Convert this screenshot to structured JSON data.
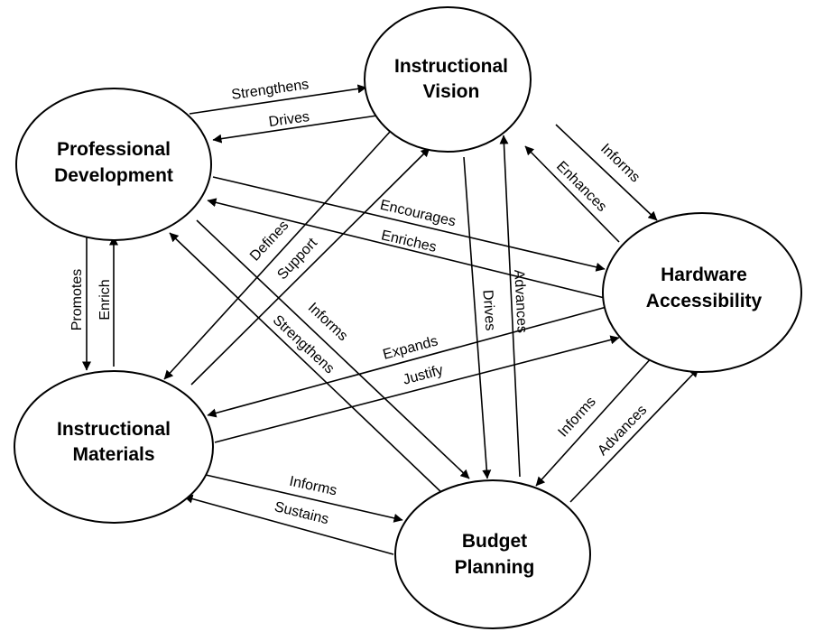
{
  "nodes": {
    "instructional_vision": [
      "Instructional",
      "Vision"
    ],
    "professional_development": [
      "Professional",
      "Development"
    ],
    "hardware_accessibility": [
      "Hardware",
      "Accessibility"
    ],
    "instructional_materials": [
      "Instructional",
      "Materials"
    ],
    "budget_planning": [
      "Budget",
      "Planning"
    ]
  },
  "edges": {
    "pd_to_iv": "Strengthens",
    "iv_to_pd": "Drives",
    "iv_to_ha": "Informs",
    "ha_to_iv": "Enhances",
    "pd_to_ha": "Encourages",
    "ha_to_pd": "Enriches",
    "pd_to_im": "Promotes",
    "im_to_pd": "Enrich",
    "iv_to_im": "Defines",
    "im_to_iv": "Support",
    "pd_to_bp": "Informs",
    "bp_to_pd": "Strengthens",
    "iv_to_bp": "Drives",
    "bp_to_iv": "Advances",
    "ha_to_im": "Expands",
    "im_to_ha": "Justify",
    "ha_to_bp": "Informs",
    "bp_to_ha": "Advances",
    "im_to_bp": "Informs",
    "bp_to_im": "Sustains"
  }
}
